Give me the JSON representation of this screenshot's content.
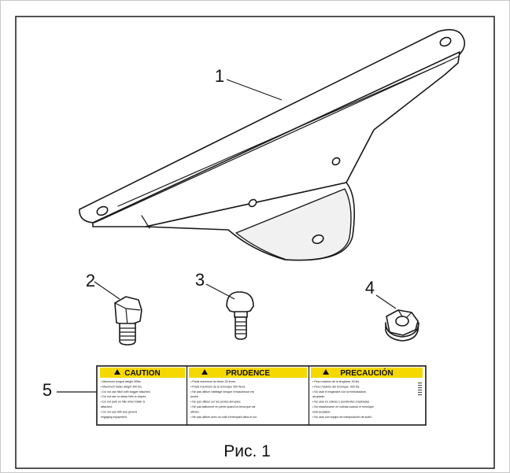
{
  "figure": {
    "caption": "Рис. 1",
    "callouts": [
      "1",
      "2",
      "3",
      "4",
      "5"
    ]
  },
  "decal": {
    "colors": {
      "header": "#f5d800",
      "body": "#ffffff",
      "border": "#1a1a1a"
    },
    "panels": [
      {
        "title": "CAUTION",
        "lines": [
          "• Maximum tongue weight 30lbs.",
          "• Maximum trailer weight 300 lbs.",
          "• Do not use hitch with bagger attached.",
          "• Do not use on steep hills or slopes.",
          "• Do not park on hills when trailer is",
          "  attached.",
          "• Do not use with any ground",
          "  engaging equipment."
        ]
      },
      {
        "title": "PRUDENCE",
        "lines": [
          "• Poids maximum du timon 30 livres.",
          "• Poids maximum de la remorque 300 livres.",
          "• Ne pas utiliser l'attelage lorsque l'ensacheuse est",
          "  posée.",
          "• Ne pas utiliser sur les pentes abruptes.",
          "• Ne pas stationner en pente quand la remorque est",
          "  attelée.",
          "• Ne pas utiliser avec un outil s'enfonçant dans le sol."
        ]
      },
      {
        "title": "PRECAUCIÓN",
        "lines": [
          "• Peso máximo de la lengüeta: 30 lbs.",
          "• Peso máximo del remolque: 300 lbs.",
          "• No usar el enganche con la embolsadora",
          "  acoplada.",
          "• No usar en colinas o pendientes empinadas.",
          "• No estacionarse en colinas cuando el remolque",
          "  está acoplado.",
          "• No usar con equipo de manipulación de suelo."
        ]
      }
    ]
  }
}
